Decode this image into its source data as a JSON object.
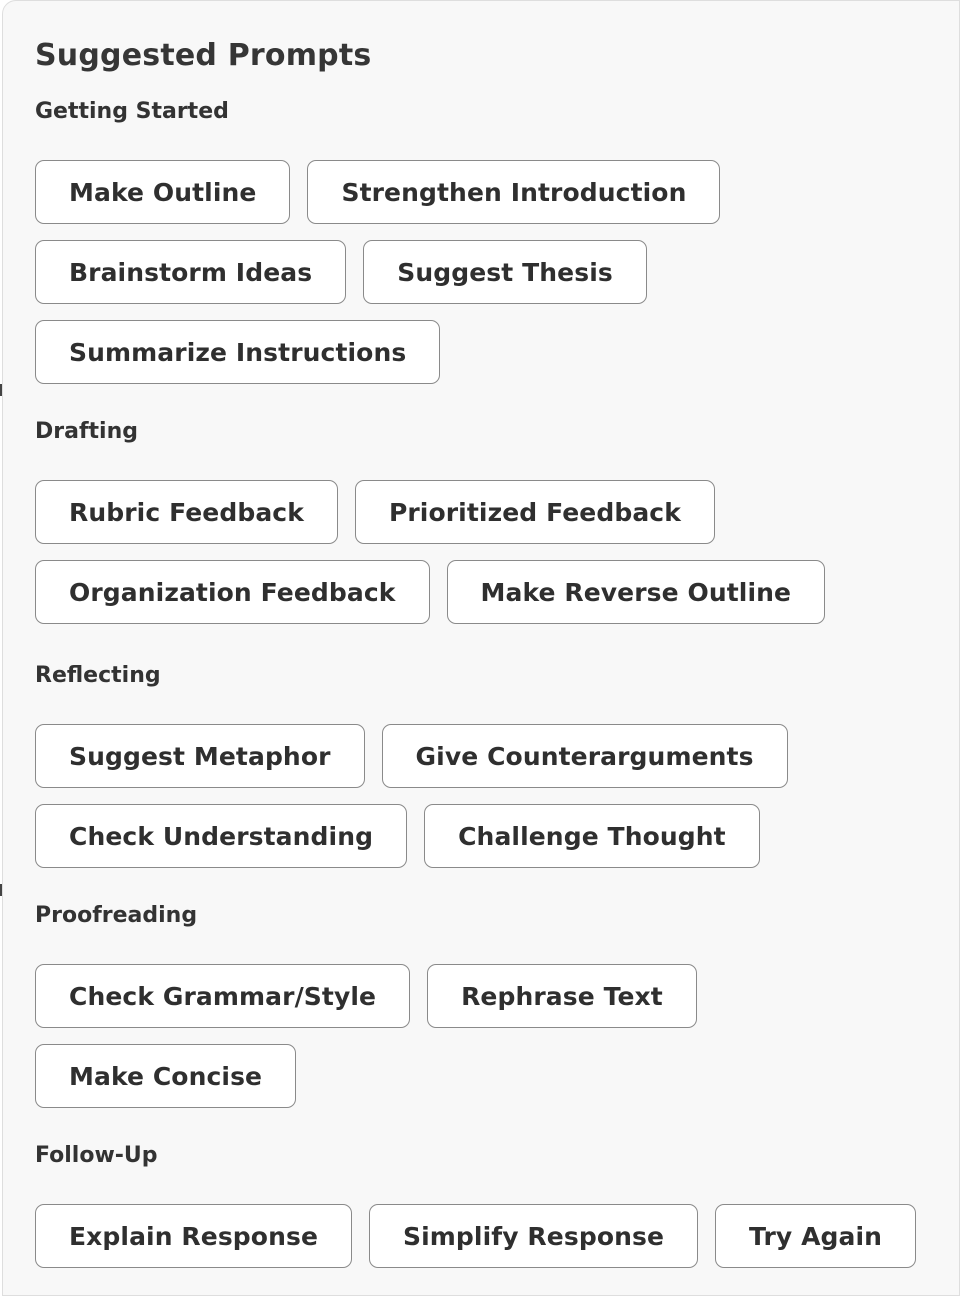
{
  "panel": {
    "title": "Suggested Prompts"
  },
  "sections": [
    {
      "heading": "Getting Started",
      "prompts": [
        "Make Outline",
        "Strengthen Introduction",
        "Brainstorm Ideas",
        "Suggest Thesis",
        "Summarize Instructions"
      ]
    },
    {
      "heading": "Drafting",
      "prompts": [
        "Rubric Feedback",
        "Prioritized Feedback",
        "Organization Feedback",
        "Make Reverse Outline"
      ]
    },
    {
      "heading": "Reflecting",
      "prompts": [
        "Suggest Metaphor",
        "Give Counterarguments",
        "Check Understanding",
        "Challenge Thought"
      ]
    },
    {
      "heading": "Proofreading",
      "prompts": [
        "Check Grammar/Style",
        "Rephrase Text",
        "Make Concise"
      ]
    },
    {
      "heading": "Follow-Up",
      "prompts": [
        "Explain Response",
        "Simplify Response",
        "Try Again"
      ]
    }
  ]
}
